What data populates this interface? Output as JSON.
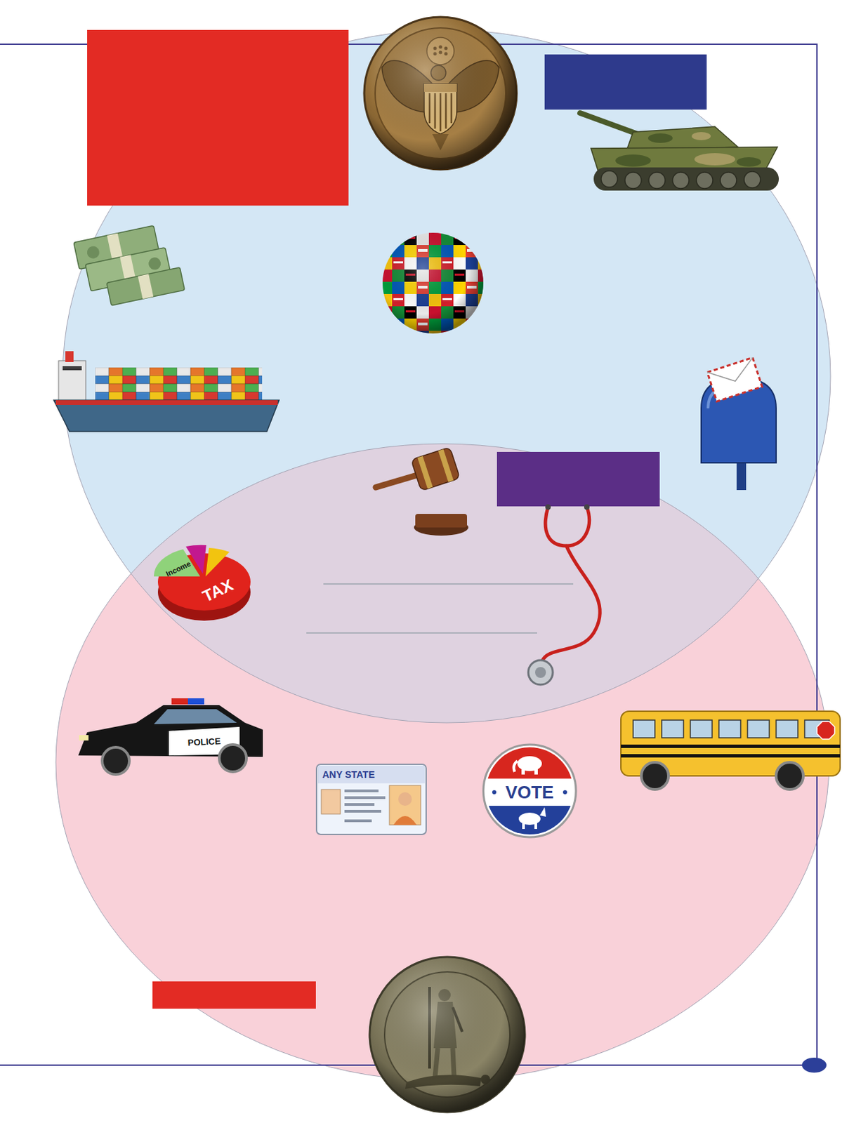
{
  "diagram": {
    "labels": [
      "Income",
      "TAX",
      "POLICE",
      "ANY STATE",
      "VOTE"
    ]
  }
}
